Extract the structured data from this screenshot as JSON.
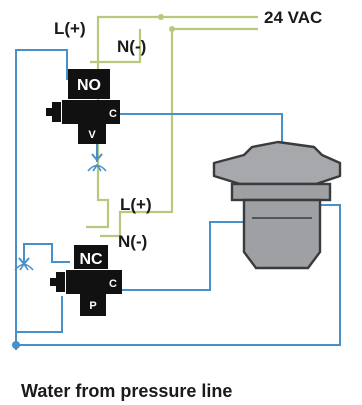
{
  "labels": {
    "supply": "24 VAC",
    "top_live": "L(+)",
    "top_neutral": "N(-)",
    "mid_live": "L(+)",
    "mid_neutral": "N(-)",
    "caption": "Water from pressure line"
  },
  "valves": {
    "upper": {
      "state": "NO",
      "common_port": "C",
      "port": "V"
    },
    "lower": {
      "state": "NC",
      "common_port": "C",
      "port": "P"
    }
  },
  "colors": {
    "power_wire": "#b6c97e",
    "water_line": "#4a90c8",
    "valve_body": "#111111",
    "actuator": "#a7a8ab"
  }
}
